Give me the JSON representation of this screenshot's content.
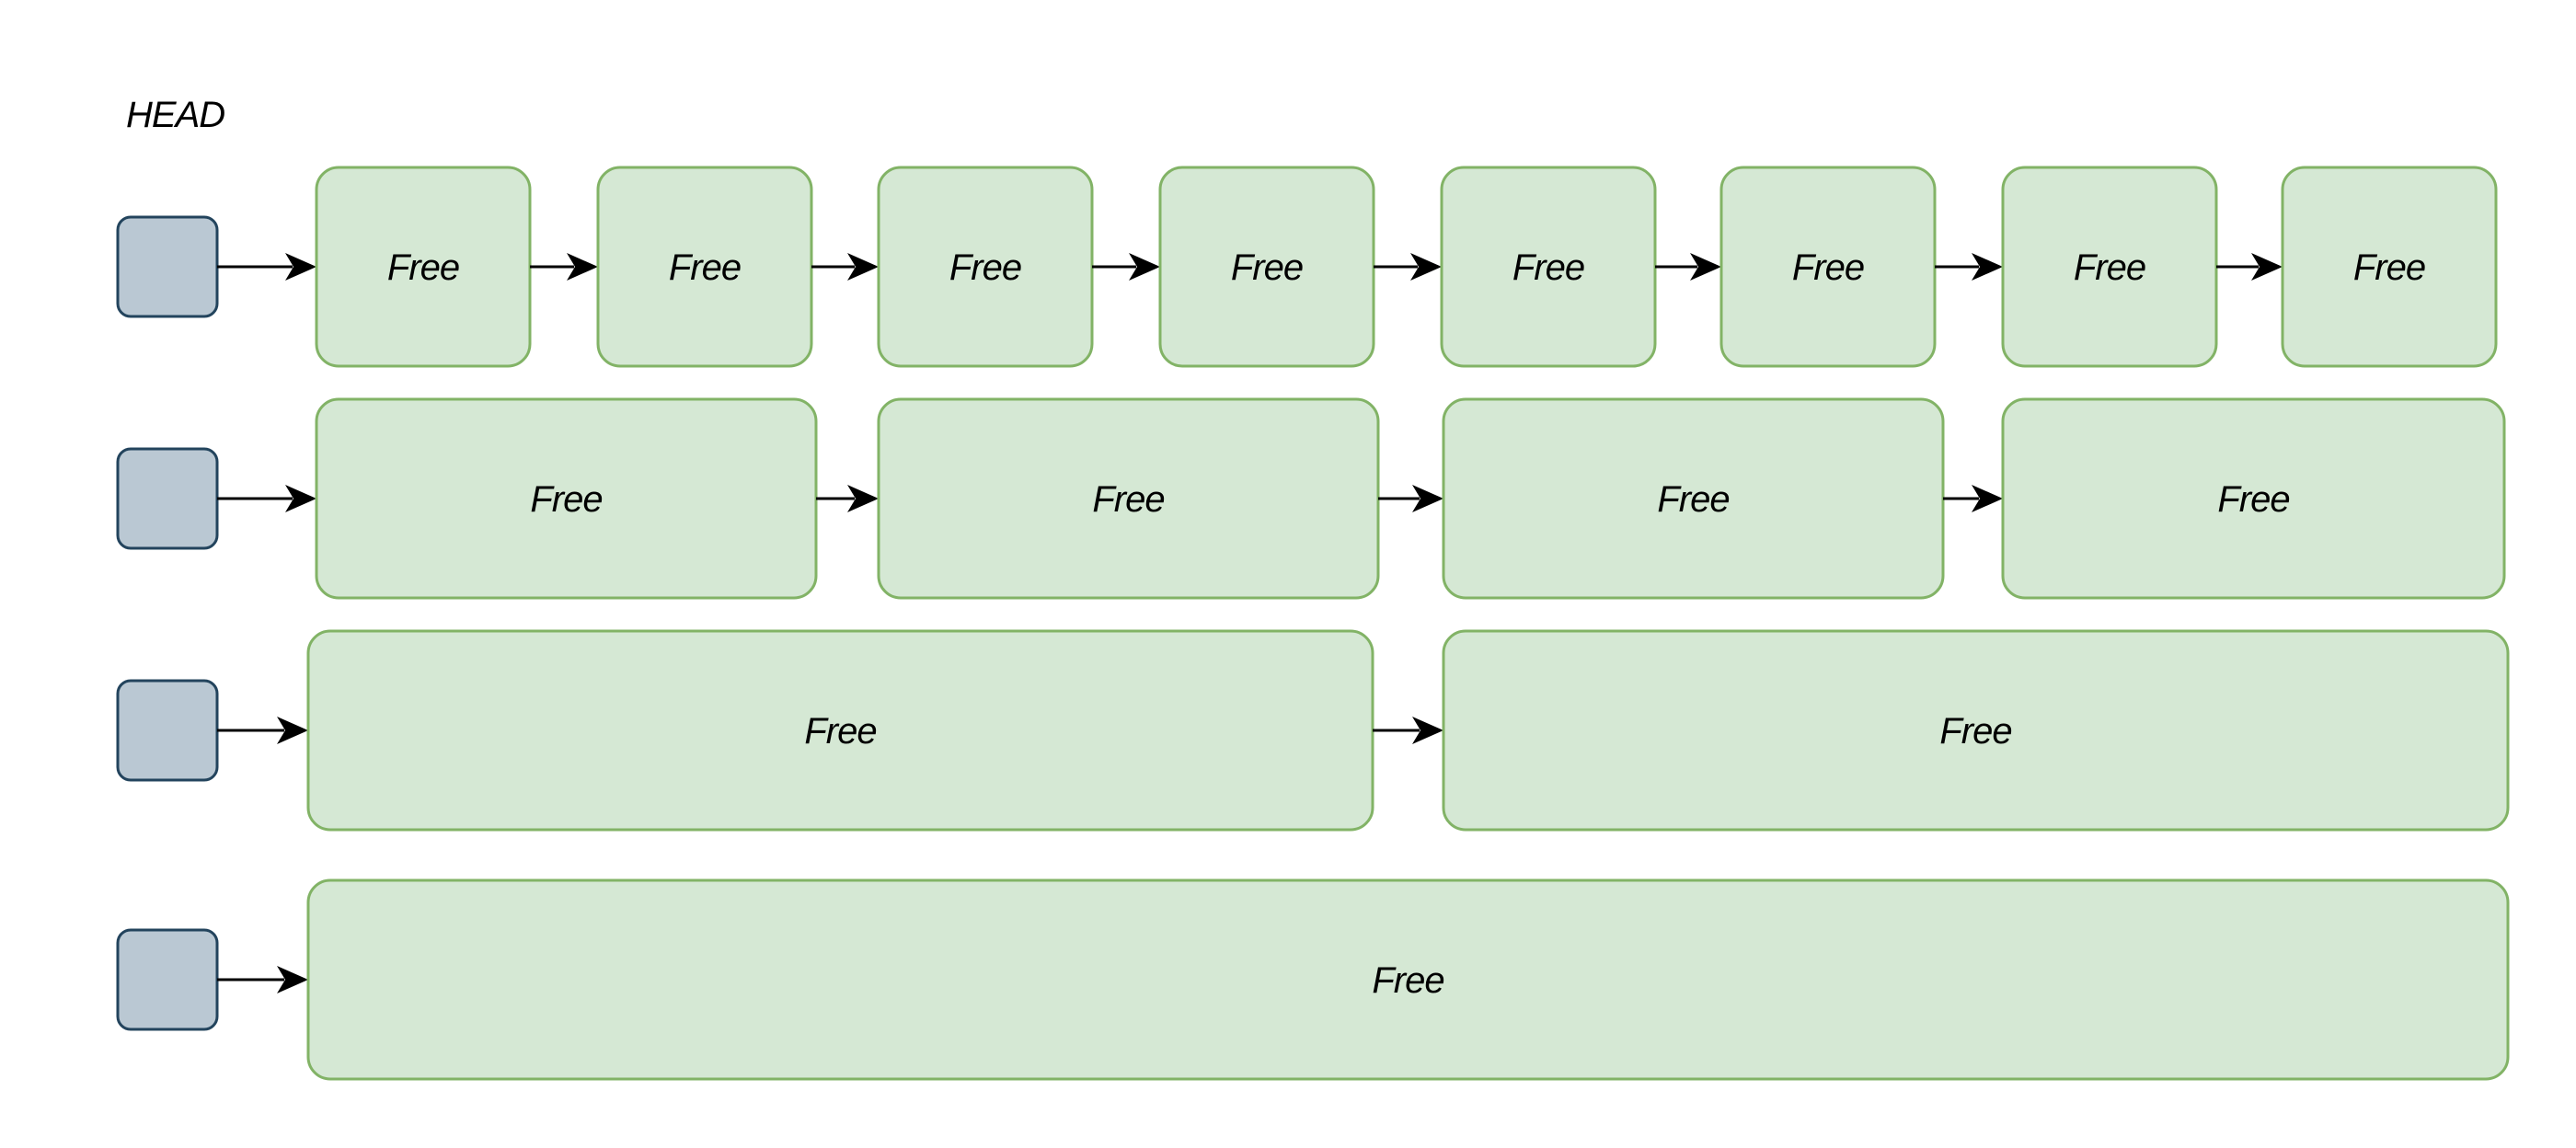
{
  "head_label": "HEAD",
  "rows": [
    {
      "blocks": [
        "Free",
        "Free",
        "Free",
        "Free",
        "Free",
        "Free",
        "Free",
        "Free"
      ]
    },
    {
      "blocks": [
        "Free",
        "Free",
        "Free",
        "Free"
      ]
    },
    {
      "blocks": [
        "Free",
        "Free"
      ]
    },
    {
      "blocks": [
        "Free"
      ]
    }
  ],
  "colors": {
    "head_fill": "#bac8d3",
    "head_stroke": "#23445d",
    "block_fill": "#d5e8d4",
    "block_stroke": "#82b366",
    "arrow": "#000000"
  }
}
